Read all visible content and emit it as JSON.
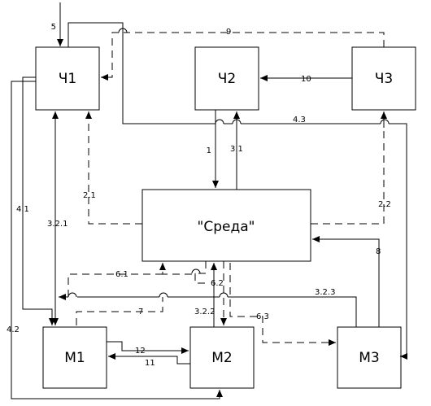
{
  "blocks": {
    "ch1": "Ч1",
    "ch2": "Ч2",
    "ch3": "Ч3",
    "sreda": "\"Среда\"",
    "m1": "М1",
    "m2": "М2",
    "m3": "М3"
  },
  "edge_labels": {
    "e5": "5",
    "e9": "9",
    "e10": "10",
    "e4_3": "4.3",
    "e1": "1",
    "e3_1": "3.1",
    "e2_1": "2.1",
    "e2_2": "2.2",
    "e4_1": "4.1",
    "e3_2_1": "3.2.1",
    "e6_1": "6.1",
    "e6_2": "6.2",
    "e8": "8",
    "e3_2_3": "3.2.3",
    "e7": "7",
    "e3_2_2": "3.2.2",
    "e6_3": "6.3",
    "e4_2": "4.2",
    "e12": "12",
    "e11": "11"
  }
}
